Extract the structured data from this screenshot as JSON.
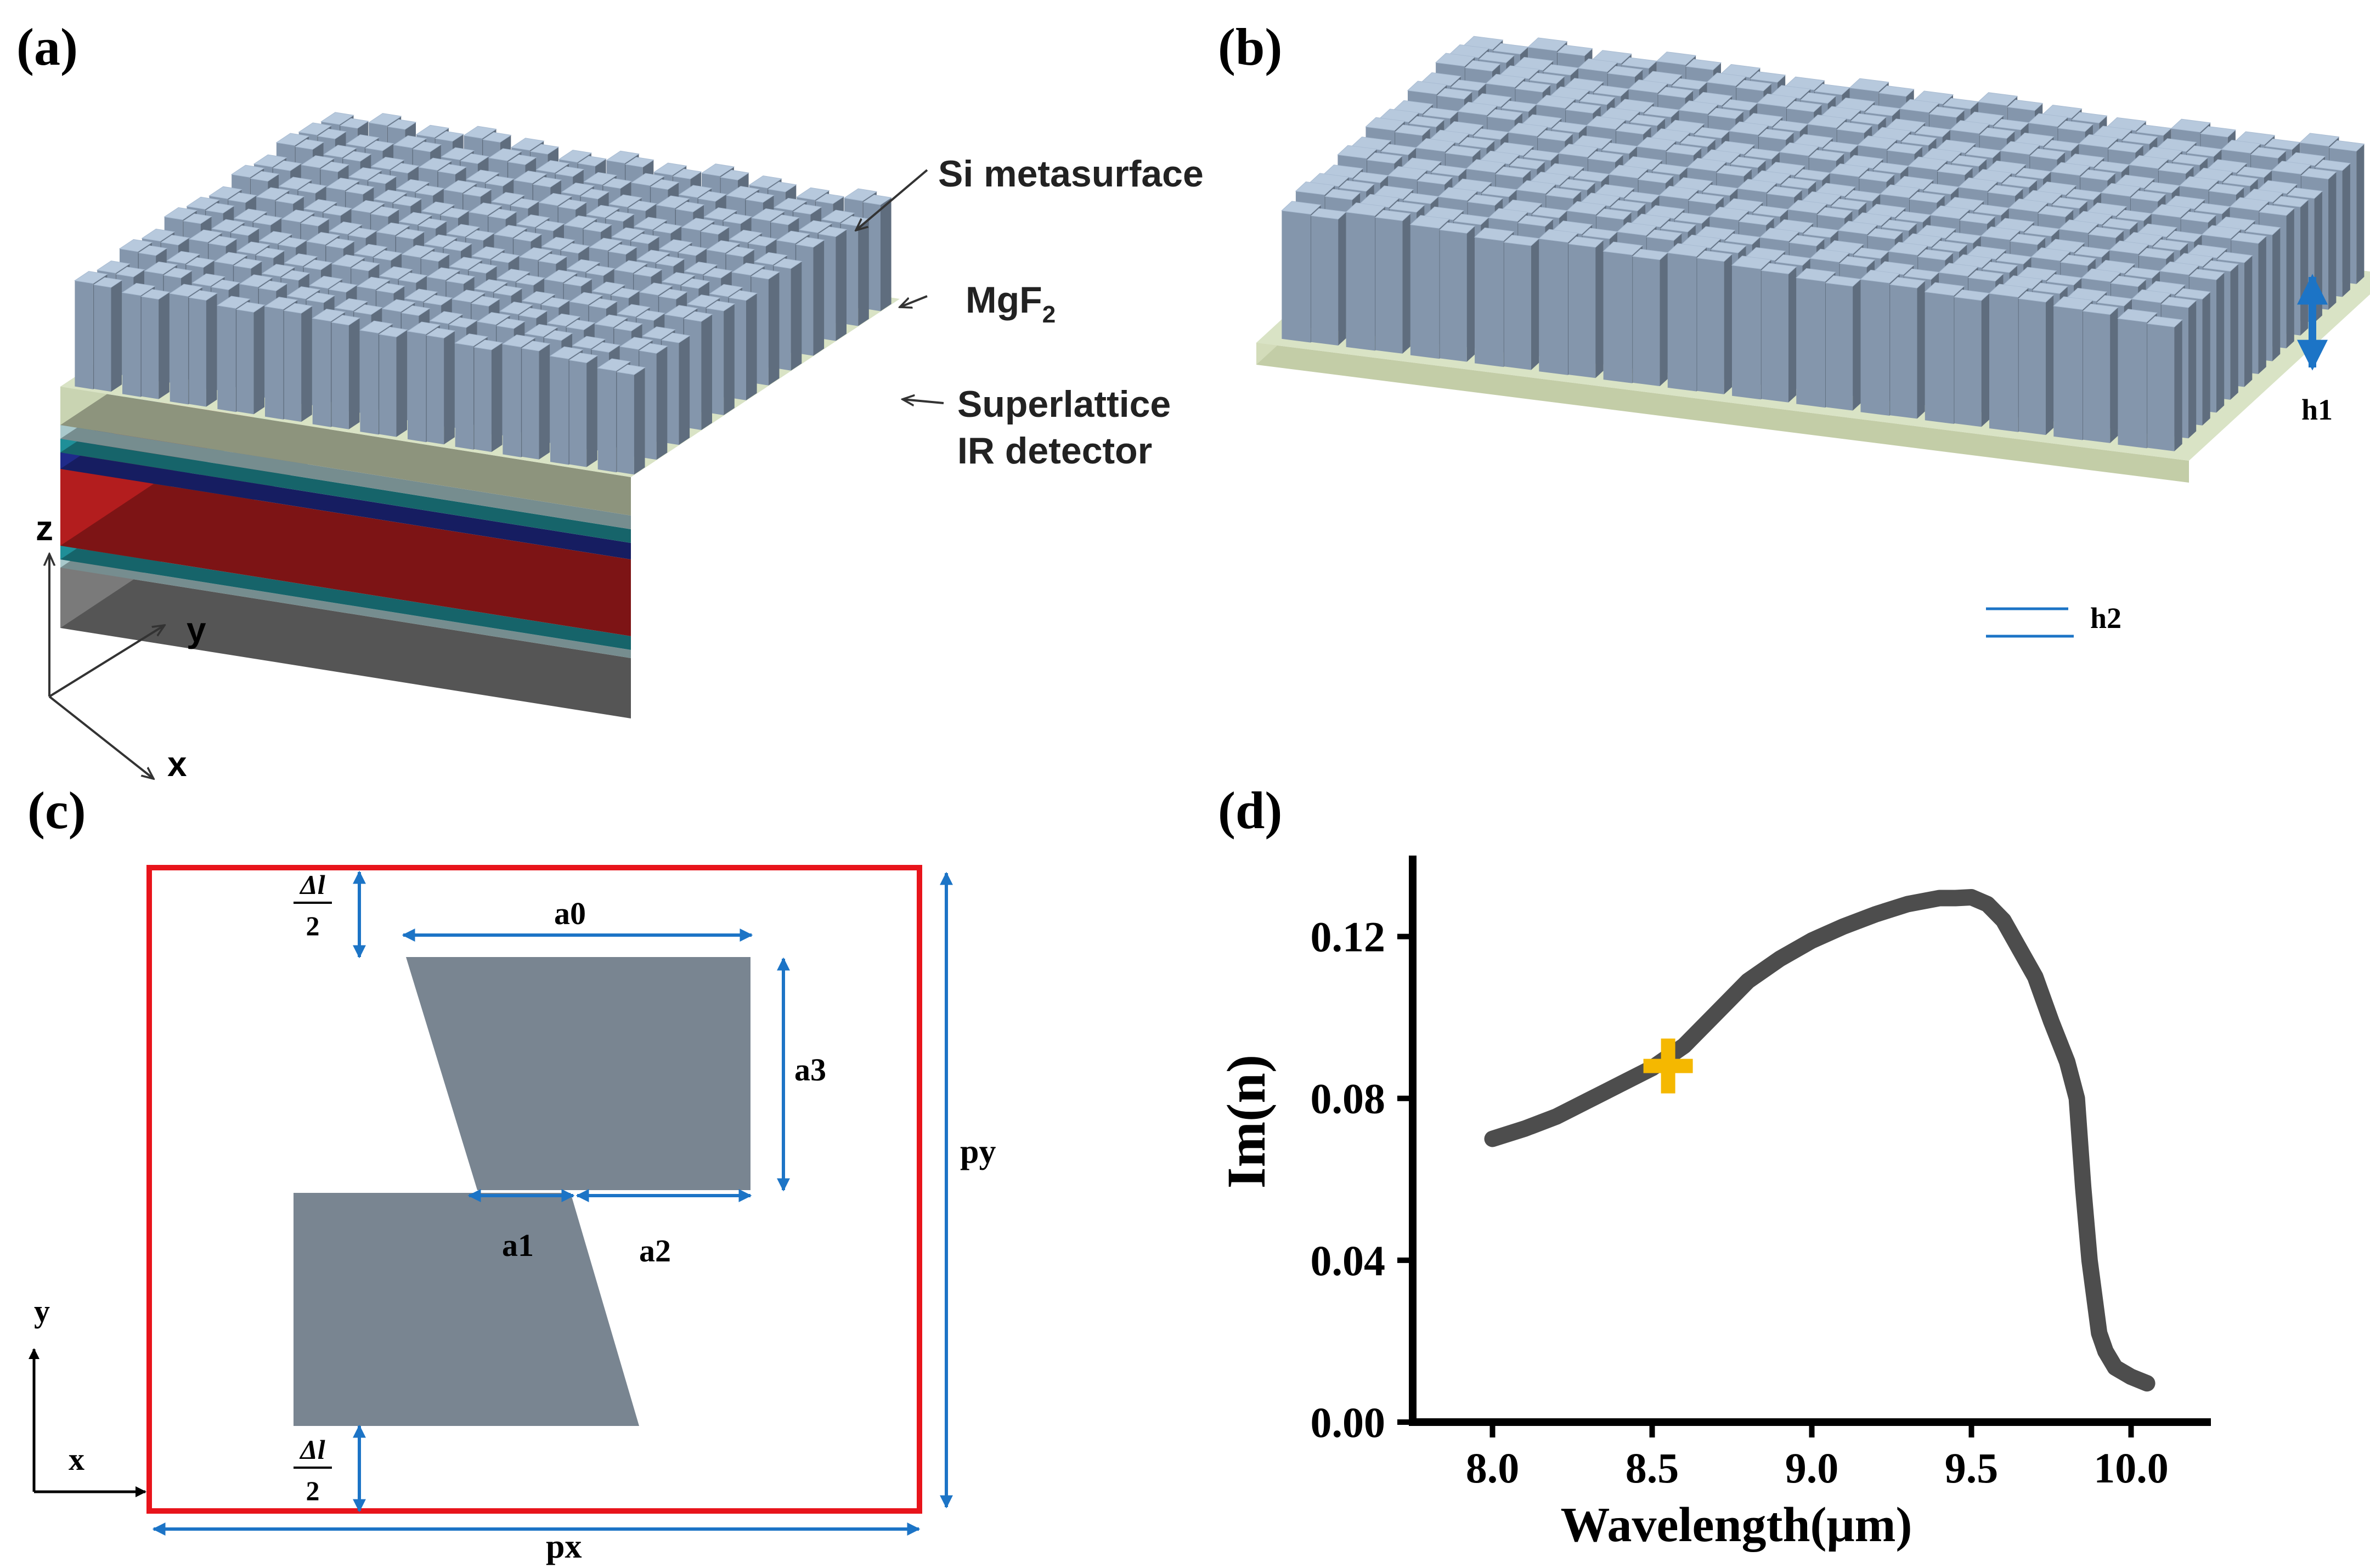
{
  "panel_labels": {
    "a": "(a)",
    "b": "(b)",
    "c": "(c)",
    "d": "(d)"
  },
  "panel_a": {
    "label_si": "Si metasurface",
    "label_mgf2_base": "MgF",
    "label_mgf2_sub": "2",
    "label_superlattice_1": "Superlattice",
    "label_superlattice_2": "IR detector",
    "axis_z": "z",
    "axis_y": "y",
    "axis_x": "x"
  },
  "panel_b": {
    "label_h1": "h1",
    "label_h2": "h2"
  },
  "panel_c": {
    "label_a0": "a0",
    "label_a1": "a1",
    "label_a2": "a2",
    "label_a3": "a3",
    "label_px": "px",
    "label_py": "py",
    "delta_num": "Δl",
    "delta_den": "2",
    "axis_y": "y",
    "axis_x": "x"
  },
  "colors": {
    "pillar_top": "#b7c9dd",
    "pillar_left": "#8496ac",
    "pillar_right": "#5f6d7e",
    "mgf2_top": "#d9e3c5",
    "mgf2_side": "#c9d4b2",
    "red_layer": "#b31d1e",
    "navy_layer": "#1f2a8a",
    "teal_layer": "#1f8f98",
    "grey_substrate": "#7a7a7a",
    "unit_cell_border": "#e8141b",
    "dimension_arrow": "#1c74c6",
    "shape_fill": "#798591",
    "curve": "#4d4d4d",
    "marker": "#f5b800"
  },
  "chart_data": {
    "type": "line",
    "title": "",
    "xlabel": "Wavelength(μm)",
    "ylabel": "Im(n)",
    "xlim": [
      7.75,
      10.25
    ],
    "ylim": [
      0.0,
      0.14
    ],
    "xticks": [
      8.0,
      8.5,
      9.0,
      9.5,
      10.0
    ],
    "xtick_labels": [
      "8.0",
      "8.5",
      "9.0",
      "9.5",
      "10.0"
    ],
    "yticks": [
      0.0,
      0.04,
      0.08,
      0.12
    ],
    "ytick_labels": [
      "0.00",
      "0.04",
      "0.08",
      "0.12"
    ],
    "grid": false,
    "series": [
      {
        "x": [
          8.0,
          8.1,
          8.2,
          8.3,
          8.4,
          8.5,
          8.6,
          8.7,
          8.8,
          8.9,
          9.0,
          9.1,
          9.2,
          9.3,
          9.4,
          9.45,
          9.5,
          9.55,
          9.6,
          9.7,
          9.75,
          9.8,
          9.83,
          9.85,
          9.87,
          9.9,
          9.92,
          9.95,
          10.0,
          10.05
        ],
        "y": [
          0.07,
          0.0725,
          0.0755,
          0.0795,
          0.0835,
          0.0875,
          0.093,
          0.101,
          0.109,
          0.1145,
          0.119,
          0.1225,
          0.1255,
          0.128,
          0.1295,
          0.1295,
          0.1297,
          0.128,
          0.124,
          0.11,
          0.099,
          0.089,
          0.08,
          0.058,
          0.04,
          0.022,
          0.0175,
          0.0135,
          0.0112,
          0.0096
        ]
      }
    ],
    "marker": {
      "x": 8.55,
      "y": 0.088,
      "shape": "plus"
    }
  }
}
